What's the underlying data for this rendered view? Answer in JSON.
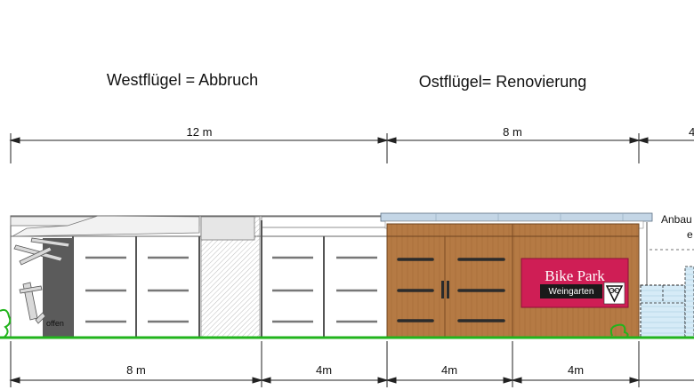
{
  "headings": {
    "west": "Westflügel = Abbruch",
    "east": "Ostflügel= Renovierung"
  },
  "top_dimensions": {
    "west": "12 m",
    "east": "8 m",
    "annex_cut": "4"
  },
  "bottom_dimensions": {
    "seg1": "8 m",
    "seg2": "4m",
    "seg3": "4m",
    "seg4": "4m"
  },
  "labels": {
    "open_bay": "offen",
    "annex_note_line1": "Anbau",
    "annex_note_line2": "e"
  },
  "sign": {
    "title": "Bike Park",
    "subtitle": "Weingarten"
  },
  "colors": {
    "wood": "#b57a44",
    "roof": "#c4d6e6",
    "ground": "#22b41c",
    "sign_red": "#cf1e55",
    "dark_bay": "#5b5b5b"
  }
}
